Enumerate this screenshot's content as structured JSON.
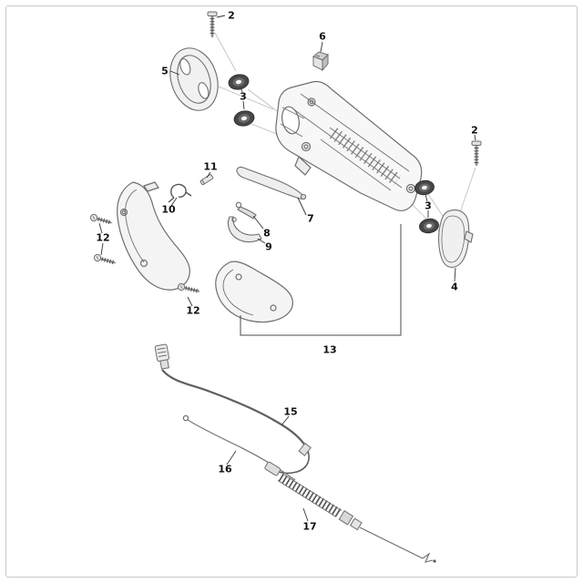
{
  "page": {
    "background": "#ffffff",
    "frame_border_color": "#c9c9c9"
  },
  "art": {
    "line_color": "#6e6e6e",
    "dark_part_color": "#474747",
    "guide_line_color": "#b8b8b8",
    "label_color": "#111111"
  },
  "callouts": [
    {
      "ref": "screw-top",
      "number": "2"
    },
    {
      "ref": "cover-plate",
      "number": "5"
    },
    {
      "ref": "bearings-left",
      "number": "3"
    },
    {
      "ref": "switch",
      "number": "6"
    },
    {
      "ref": "screw-right",
      "number": "2"
    },
    {
      "ref": "bearings-right",
      "number": "3"
    },
    {
      "ref": "side-cover",
      "number": "4"
    },
    {
      "ref": "roll-pin",
      "number": "11"
    },
    {
      "ref": "spring-clip",
      "number": "10"
    },
    {
      "ref": "throttle-rod",
      "number": "7"
    },
    {
      "ref": "lockout-lever",
      "number": "8"
    },
    {
      "ref": "trigger",
      "number": "9"
    },
    {
      "ref": "screws-left",
      "number": "12"
    },
    {
      "ref": "screw-bottom",
      "number": "12"
    },
    {
      "ref": "handle-assembly",
      "number": "13"
    },
    {
      "ref": "wiring-harness",
      "number": "15"
    },
    {
      "ref": "wire",
      "number": "16"
    },
    {
      "ref": "throttle-cable",
      "number": "17"
    }
  ]
}
